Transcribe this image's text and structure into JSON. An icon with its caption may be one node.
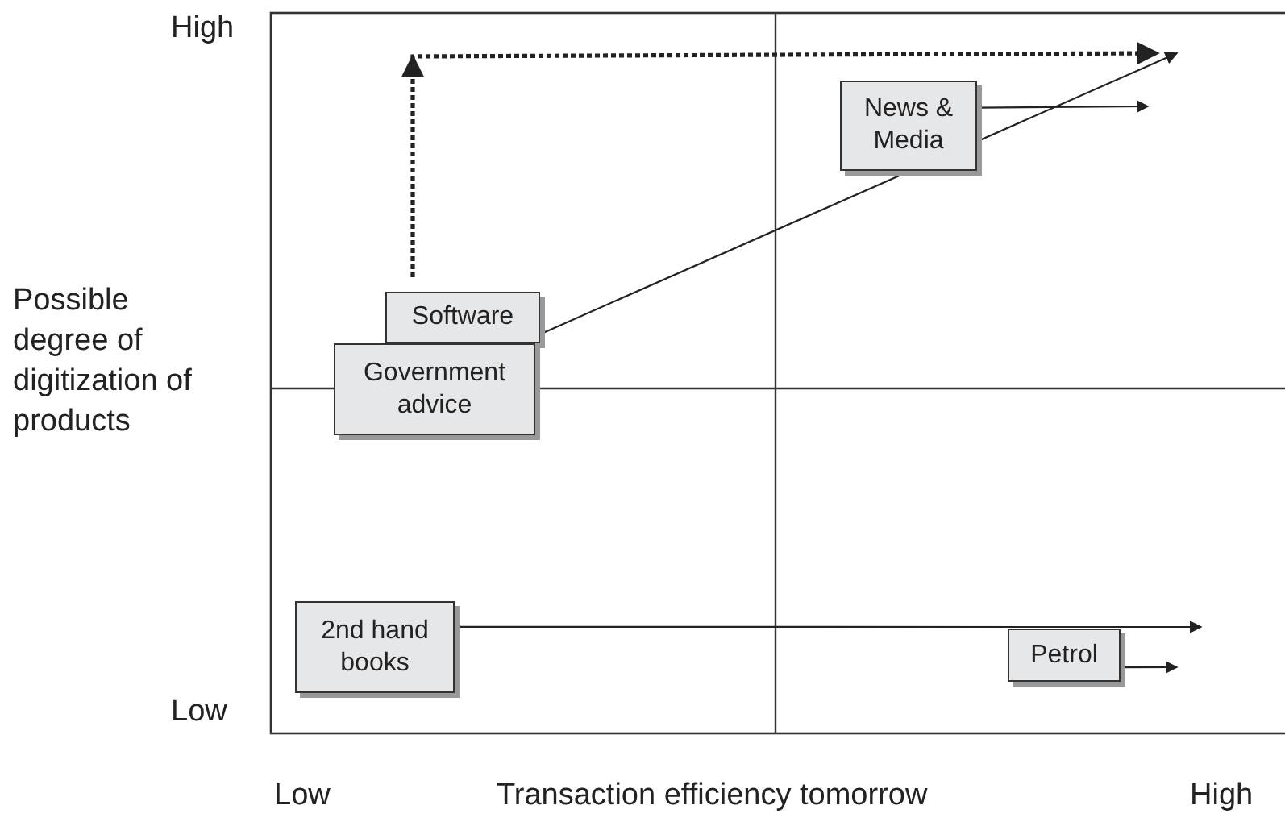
{
  "diagram": {
    "nodes": [
      {
        "text": [
          "Software"
        ]
      },
      {
        "text": [
          "Government advice"
        ]
      },
      {
        "text": [
          "News & Media"
        ]
      },
      {
        "text": [
          "2nd hand books"
        ]
      },
      {
        "text": [
          "Petrol"
        ]
      }
    ],
    "edges": [
      {
        "from": 0,
        "to": null,
        "arrow": "to"
      },
      {
        "from": 0,
        "to": null,
        "arrow": "to",
        "style": "dashed"
      },
      {
        "from": 2,
        "to": null,
        "arrow": "to"
      },
      {
        "from": 3,
        "to": null,
        "arrow": "to"
      },
      {
        "from": 4,
        "to": null,
        "arrow": "to"
      }
    ],
    "labels": [
      "High",
      "Possible degree of digitization of products",
      "Low",
      "Low",
      "Transaction efficiency tomorrow",
      "High"
    ]
  }
}
